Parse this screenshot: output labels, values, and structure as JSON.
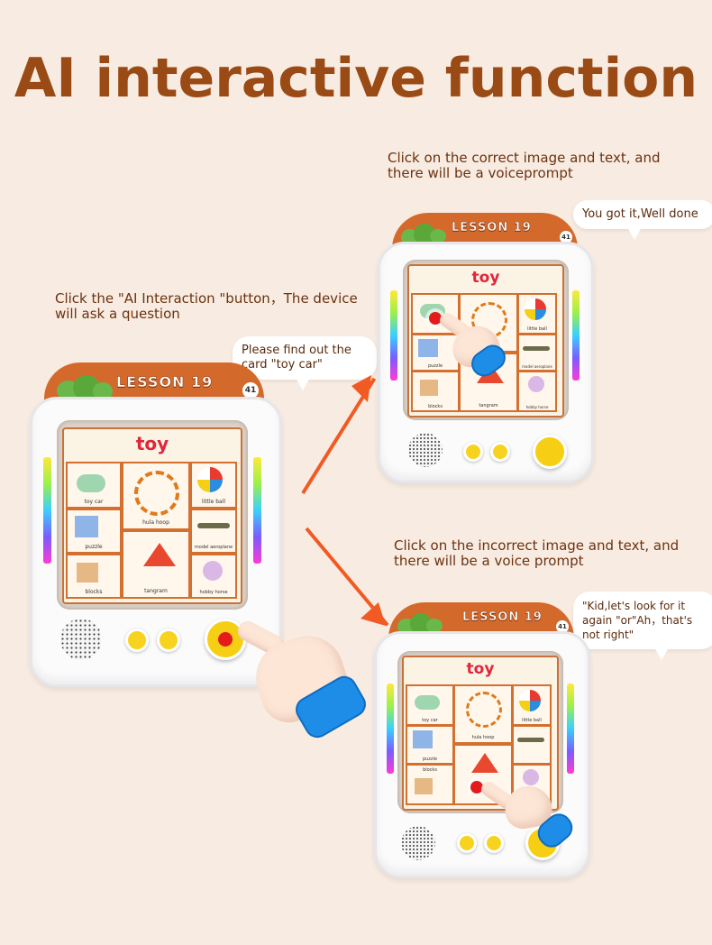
{
  "title": "AI interactive function",
  "captions": {
    "left": "Click the \"AI Interaction \"button，The device will ask a question",
    "top_right": "Click on the correct image and text, and there will be a voiceprompt",
    "bottom_right": "Click on the incorrect image and text, and there will be a voice prompt"
  },
  "bubbles": {
    "question": "Please find out the card \"toy car\"",
    "correct": "You got it,Well done",
    "incorrect": "\"Kid,let's look for it again \"or\"Ah，that's not right\""
  },
  "device": {
    "lesson_label": "LESSON 19",
    "page_number": "41",
    "card_title": "toy",
    "cells": [
      "toy car",
      "hula hoop",
      "little ball",
      "puzzle",
      "model aeroplane",
      "blocks",
      "tangram",
      "hobby horse"
    ]
  },
  "colors": {
    "background": "#f8ece2",
    "title": "#9a4a14",
    "header": "#d4692c",
    "arrow": "#f15a22",
    "card_title": "#e0263b",
    "button": "#f6cf15",
    "cuff": "#1e8de8"
  }
}
